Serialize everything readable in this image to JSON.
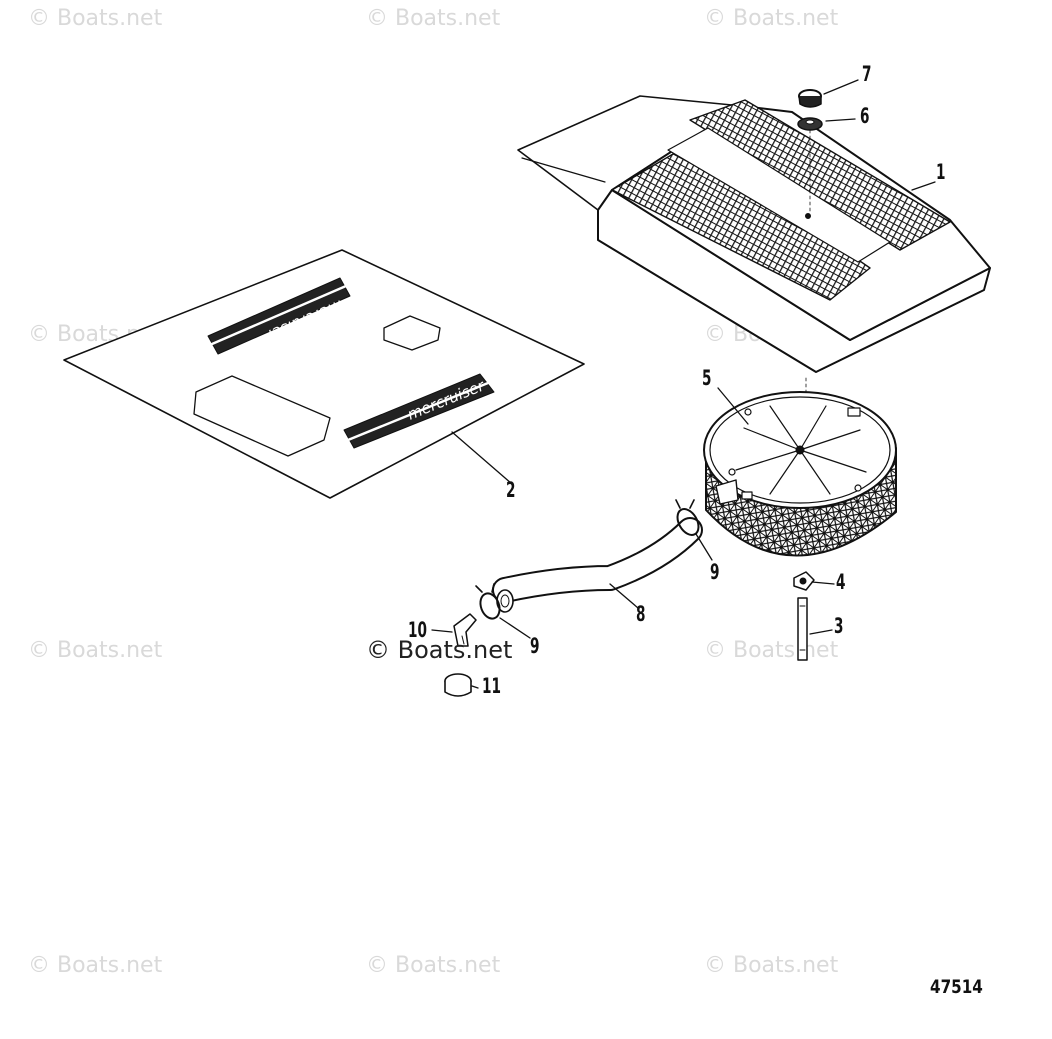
{
  "watermark": {
    "text": "© Boats.net",
    "center_text": "© Boats.net"
  },
  "figure_number": "47514",
  "decal_text": "mercruiser",
  "callouts": {
    "c1": "1",
    "c2": "2",
    "c3": "3",
    "c4": "4",
    "c5": "5",
    "c6": "6",
    "c7": "7",
    "c8": "8",
    "c9a": "9",
    "c9b": "9",
    "c10": "10",
    "c11": "11"
  }
}
